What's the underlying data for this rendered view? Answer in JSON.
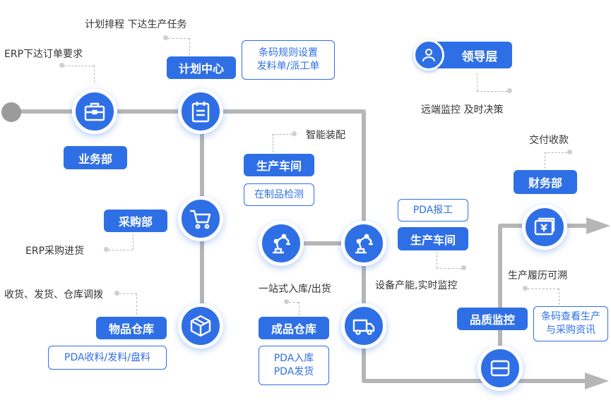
{
  "colors": {
    "accent": "#2f6fe6",
    "line": "#b6b6b6",
    "start": "#9b9b9b"
  },
  "notes": {
    "plan": "计划排程 下达生产任务",
    "erp_order": "ERP下达订单要求",
    "assembly": "智能装配",
    "erp_purchase": "ERP采购进货",
    "receive": "收货、发货、仓库调拨",
    "onestop": "一站式入库/出货",
    "equipment": "设备产能,实时监控",
    "remote": "远端监控 及时决策",
    "payment": "交付收款",
    "trace": "生产履历可溯"
  },
  "buttons": {
    "plan_center": "计划中心",
    "sales": "业务部",
    "workshop_a": "生产车间",
    "purchase": "采购部",
    "goods_warehouse": "物品仓库",
    "finished_warehouse": "成品仓库",
    "workshop_b": "生产车间",
    "finance": "财务部",
    "quality": "品质监控",
    "leadership": "领导层"
  },
  "boxes": {
    "barcode_rules": [
      "条码规则设置",
      "发料单/派工单"
    ],
    "wip_inspect": [
      "在制品检测"
    ],
    "pda_report": [
      "PDA报工"
    ],
    "pda_goods": [
      "PDA收料/发料/盘料"
    ],
    "pda_finished": [
      "PDA入库",
      "PDA发货"
    ],
    "barcode_trace": [
      "条码查看生产",
      "与采购资讯"
    ]
  },
  "icons": {
    "sales_node": "briefcase-icon",
    "plan_node": "clipboard-icon",
    "purchase_node": "cart-icon",
    "goods_node": "box-icon",
    "robot1_node": "robot-arm-icon",
    "robot2_node": "robot-arm-icon",
    "truck_node": "truck-icon",
    "finance_node": "money-icon",
    "scan_node": "scan-icon",
    "leader_avatar": "user-icon"
  }
}
